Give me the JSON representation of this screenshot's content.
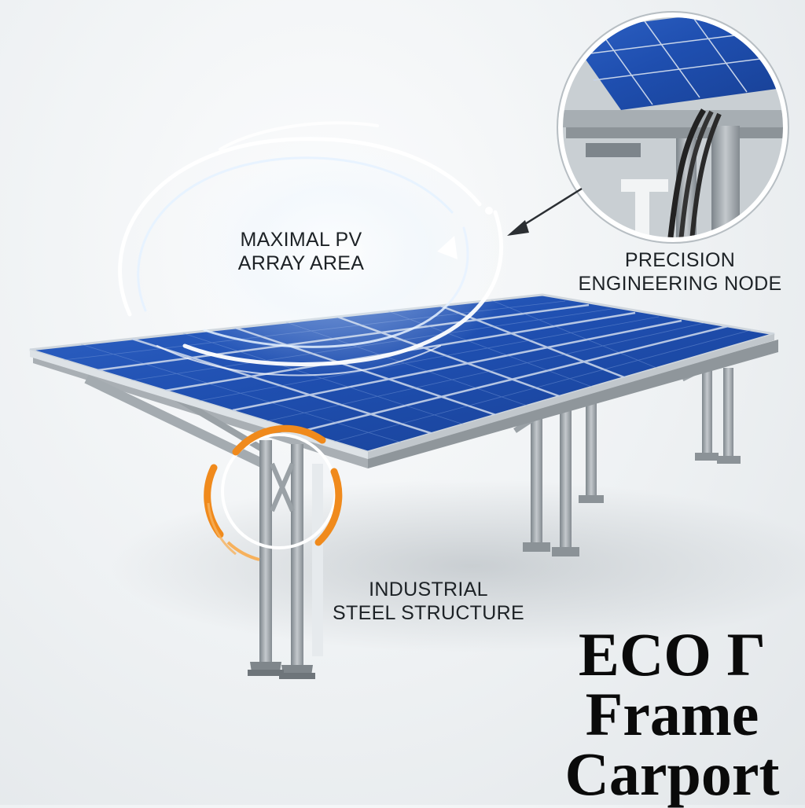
{
  "callouts": {
    "pv_area": {
      "line1": "MAXIMAL PV",
      "line2": "ARRAY AREA"
    },
    "engineering_node": {
      "line1": "PRECISION",
      "line2": "ENGINEERING NODE"
    },
    "steel_structure": {
      "line1": "INDUSTRIAL",
      "line2": "STEEL STRUCTURE"
    }
  },
  "brand": {
    "line1": "ECO Γ",
    "line2": "Frame",
    "line3": "Carport"
  },
  "colors": {
    "panel_blue": "#1f4fb0",
    "steel": "#9aa1a6",
    "highlight_orange": "#f08a1c",
    "text": "#1d2226"
  }
}
